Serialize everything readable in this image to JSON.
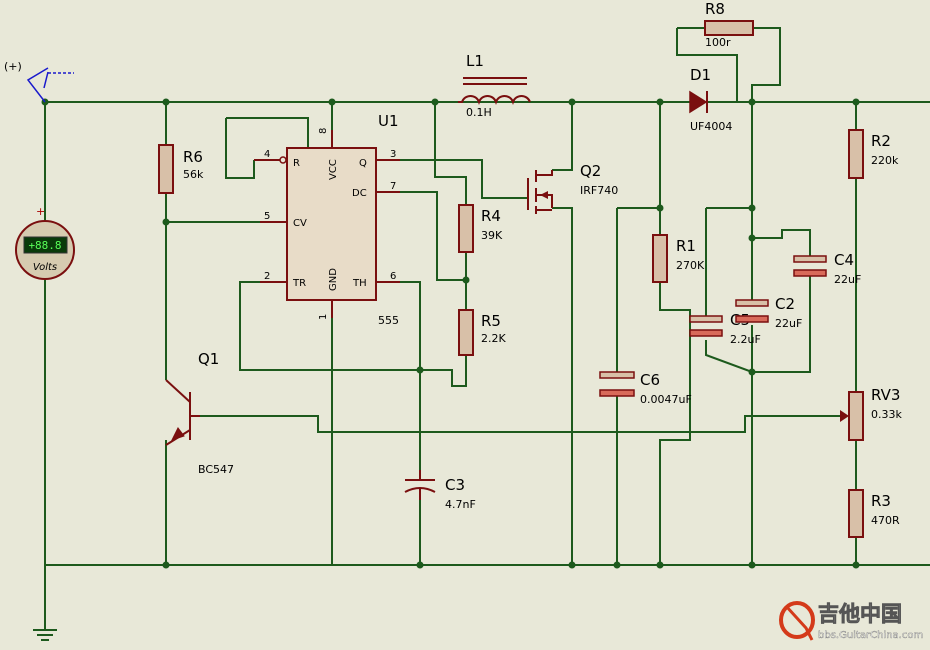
{
  "power": {
    "plus_label": "(+)"
  },
  "meter": {
    "reading": "+88.8",
    "unit_label": "Volts",
    "plus_mark": "+"
  },
  "u1": {
    "ref": "U1",
    "value": "555",
    "pins": {
      "r": "R",
      "vcc": "VCC",
      "q": "Q",
      "dc": "DC",
      "cv": "CV",
      "tr": "TR",
      "gnd": "GND",
      "th": "TH",
      "n4": "4",
      "n8": "8",
      "n3": "3",
      "n7": "7",
      "n5": "5",
      "n2": "2",
      "n1": "1",
      "n6": "6"
    }
  },
  "r6": {
    "ref": "R6",
    "value": "56k"
  },
  "q1": {
    "ref": "Q1",
    "value": "BC547"
  },
  "l1": {
    "ref": "L1",
    "value": "0.1H"
  },
  "q2": {
    "ref": "Q2",
    "value": "IRF740"
  },
  "r4": {
    "ref": "R4",
    "value": "39K"
  },
  "r5": {
    "ref": "R5",
    "value": "2.2K"
  },
  "c3": {
    "ref": "C3",
    "value": "4.7nF"
  },
  "d1": {
    "ref": "D1",
    "value": "UF4004"
  },
  "r8": {
    "ref": "R8",
    "value": "100r"
  },
  "r1": {
    "ref": "R1",
    "value": "270K"
  },
  "c6": {
    "ref": "C6",
    "value": "0.0047uF"
  },
  "c5": {
    "ref": "C5",
    "value": "2.2uF"
  },
  "c2": {
    "ref": "C2",
    "value": "22uF"
  },
  "c4": {
    "ref": "C4",
    "value": "22uF"
  },
  "r2": {
    "ref": "R2",
    "value": "220k"
  },
  "rv3": {
    "ref": "RV3",
    "value": "0.33k"
  },
  "r3": {
    "ref": "R3",
    "value": "470R"
  },
  "watermark": {
    "cn": "吉他中国",
    "url": "bbs.GuitarChina.com"
  }
}
